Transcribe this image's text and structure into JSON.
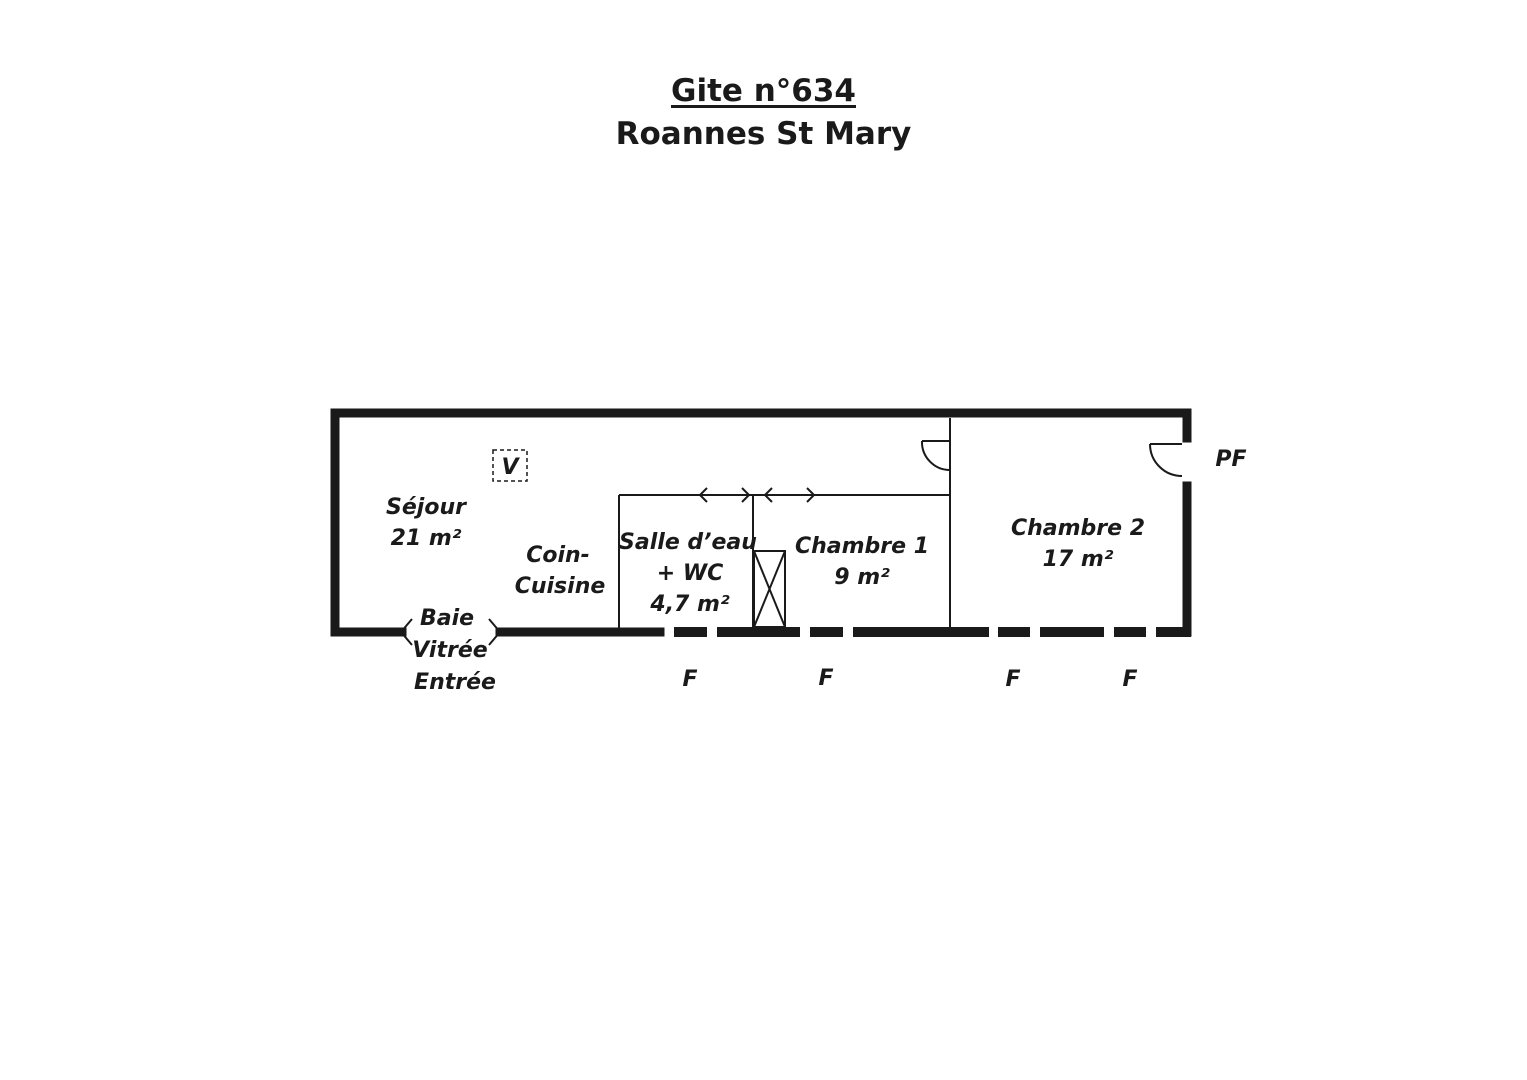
{
  "header": {
    "title": "Gite n°634",
    "subtitle": "Roannes St Mary"
  },
  "rooms": {
    "sejour": {
      "name": "Séjour",
      "area": "21 m²"
    },
    "coin_cuisine": {
      "line1": "Coin-",
      "line2": "Cuisine"
    },
    "salle_deau": {
      "line1": "Salle d’eau",
      "line2": "+ WC",
      "area": "4,7 m²"
    },
    "chambre1": {
      "name": "Chambre 1",
      "area": "9 m²"
    },
    "chambre2": {
      "name": "Chambre 2",
      "area": "17 m²"
    }
  },
  "labels": {
    "ventilation": "V",
    "baie_line1": "Baie",
    "baie_line2": "Vitrée",
    "entree": "Entrée",
    "porte_fenetre": "PF",
    "fenetre": "F"
  },
  "colors": {
    "wall": "#1a1a1a",
    "background": "#ffffff"
  }
}
